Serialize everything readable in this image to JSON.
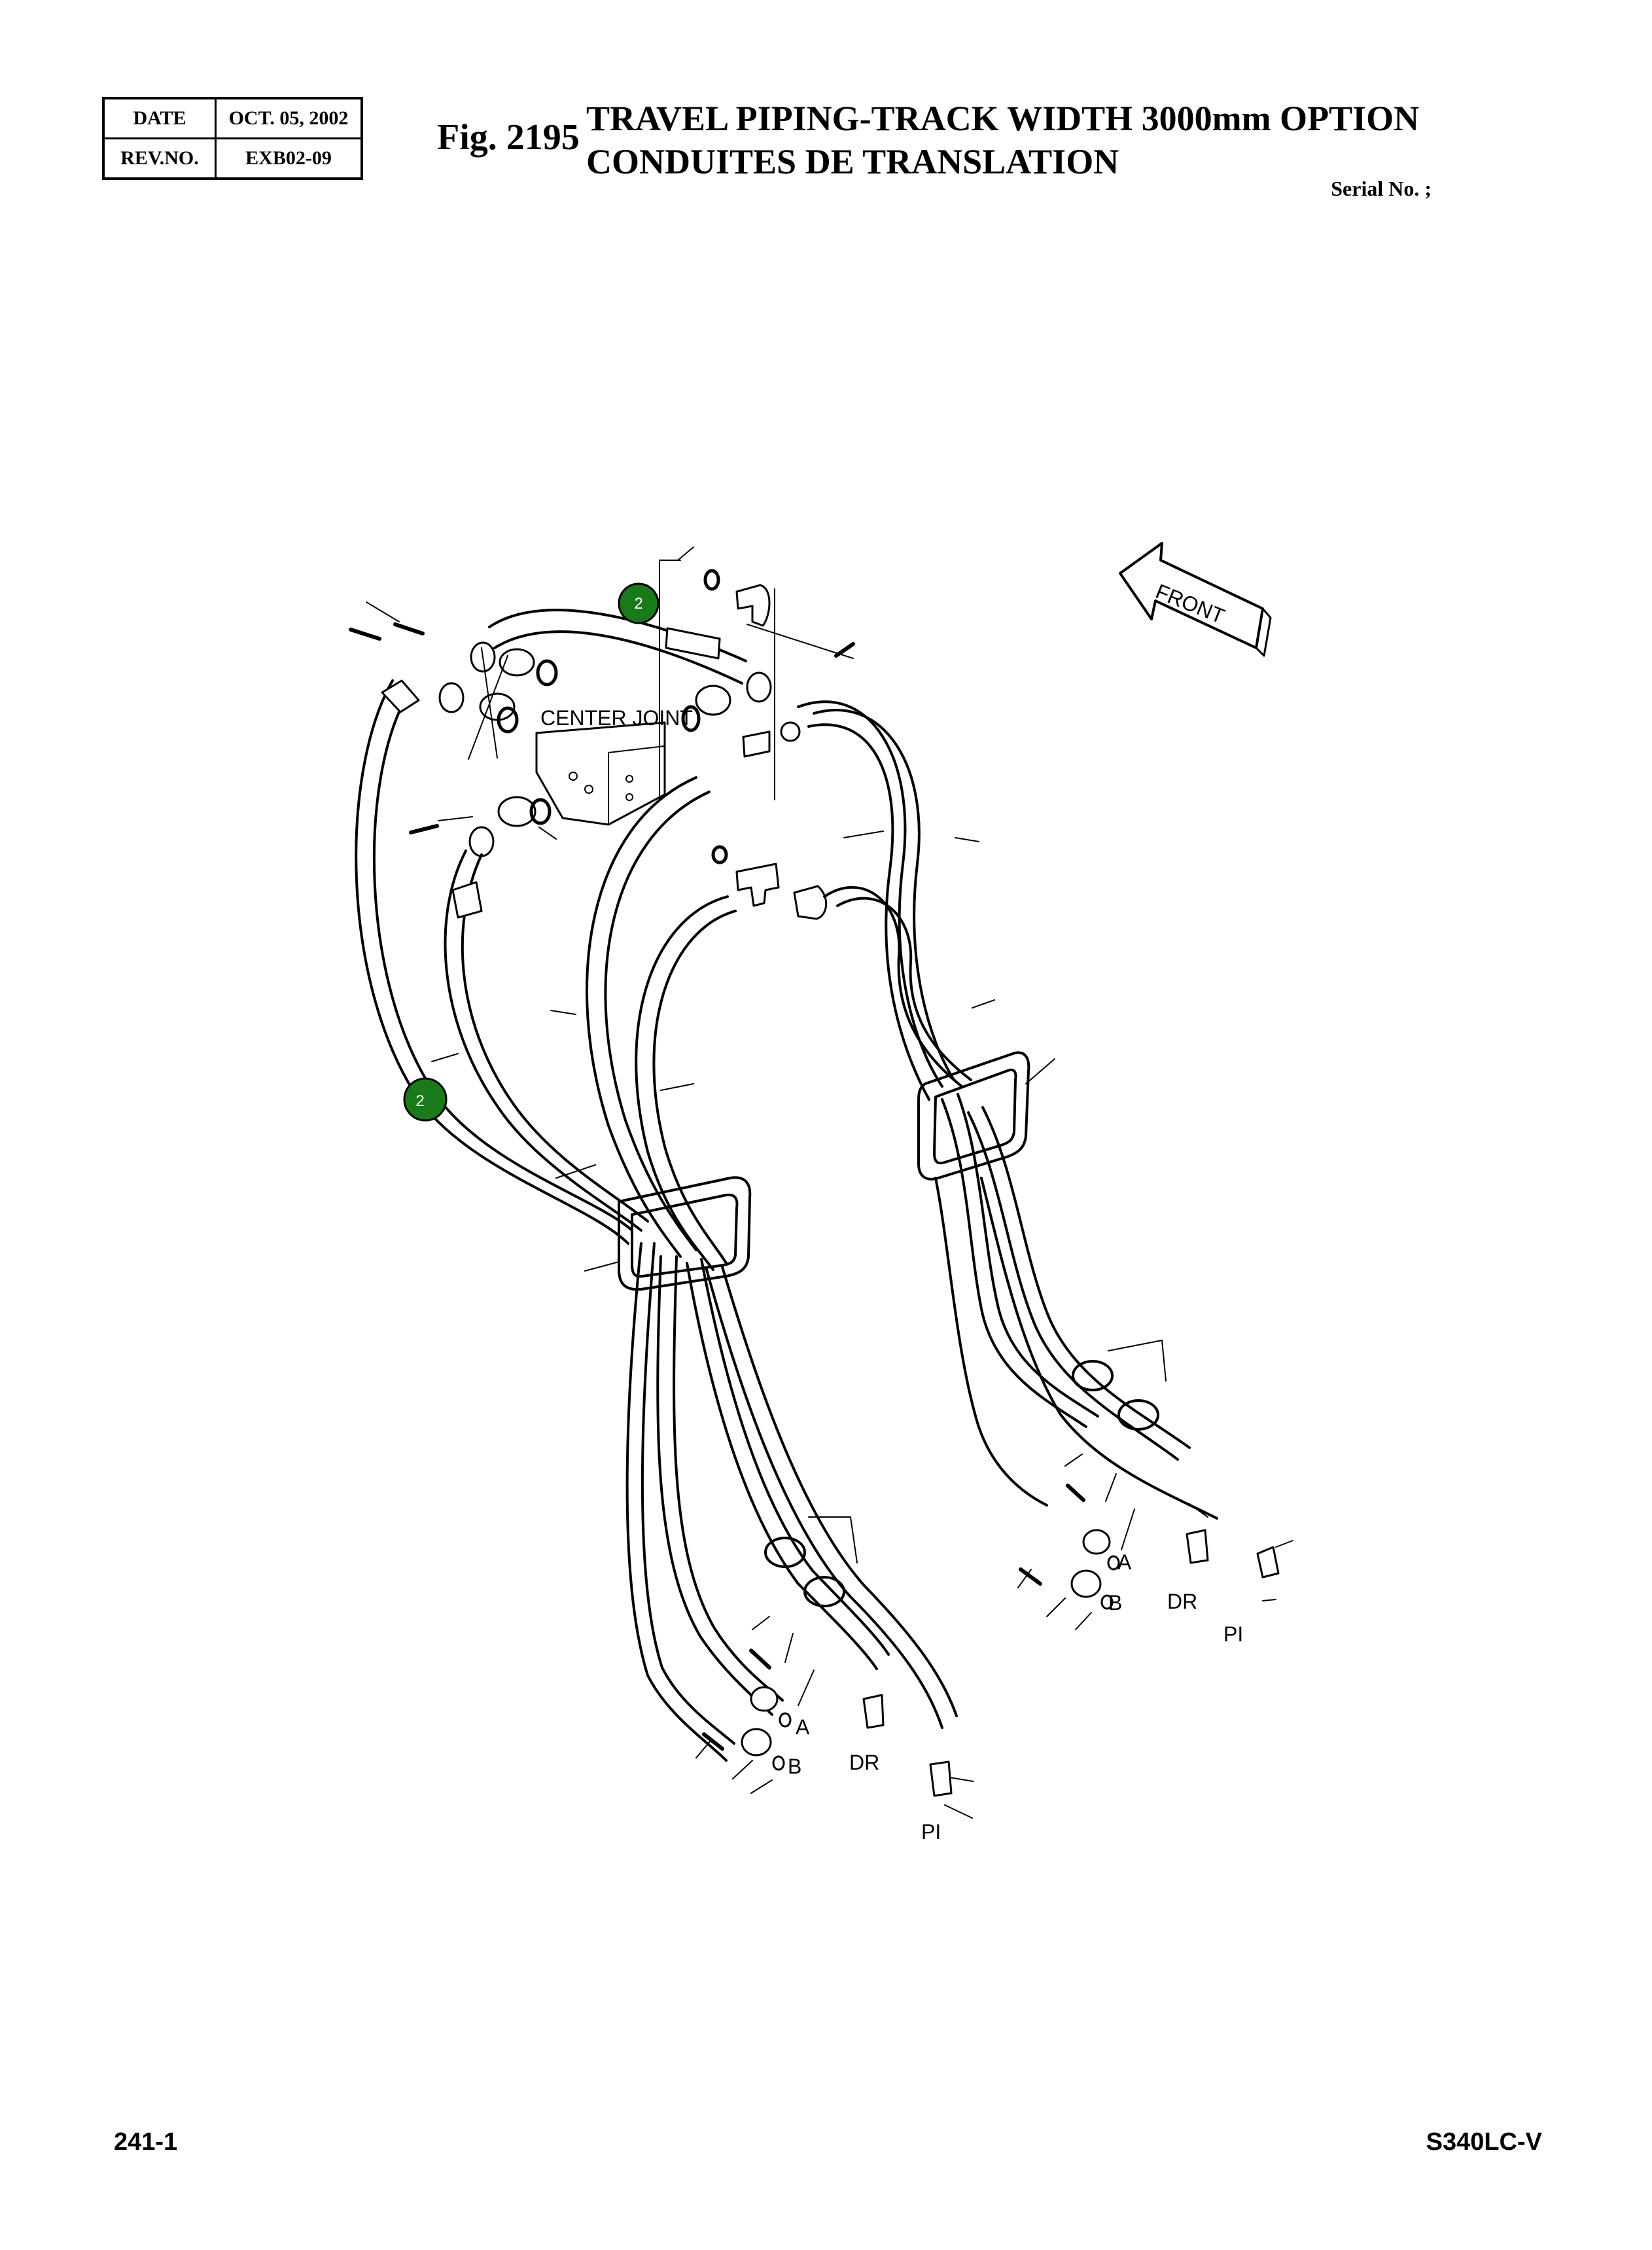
{
  "header": {
    "date_label": "DATE",
    "date_value": "OCT. 05, 2002",
    "rev_label": "REV.NO.",
    "rev_value": "EXB02-09"
  },
  "figure": {
    "number": "Fig. 2195",
    "title_line1": "TRAVEL PIPING-TRACK WIDTH 3000mm OPTION",
    "title_line2": "CONDUITES DE TRANSLATION",
    "serial": "Serial No. ;"
  },
  "diagram": {
    "front_label": "FRONT",
    "center_joint_label": "CENTER JOINT",
    "callout_badges": [
      "2",
      "2"
    ],
    "badge_color": "#1a7a1a",
    "port_labels_right": [
      "A",
      "B",
      "DR",
      "PI"
    ],
    "port_labels_left": [
      "A",
      "B",
      "DR",
      "PI"
    ]
  },
  "footer": {
    "page": "241-1",
    "model": "S340LC-V"
  }
}
